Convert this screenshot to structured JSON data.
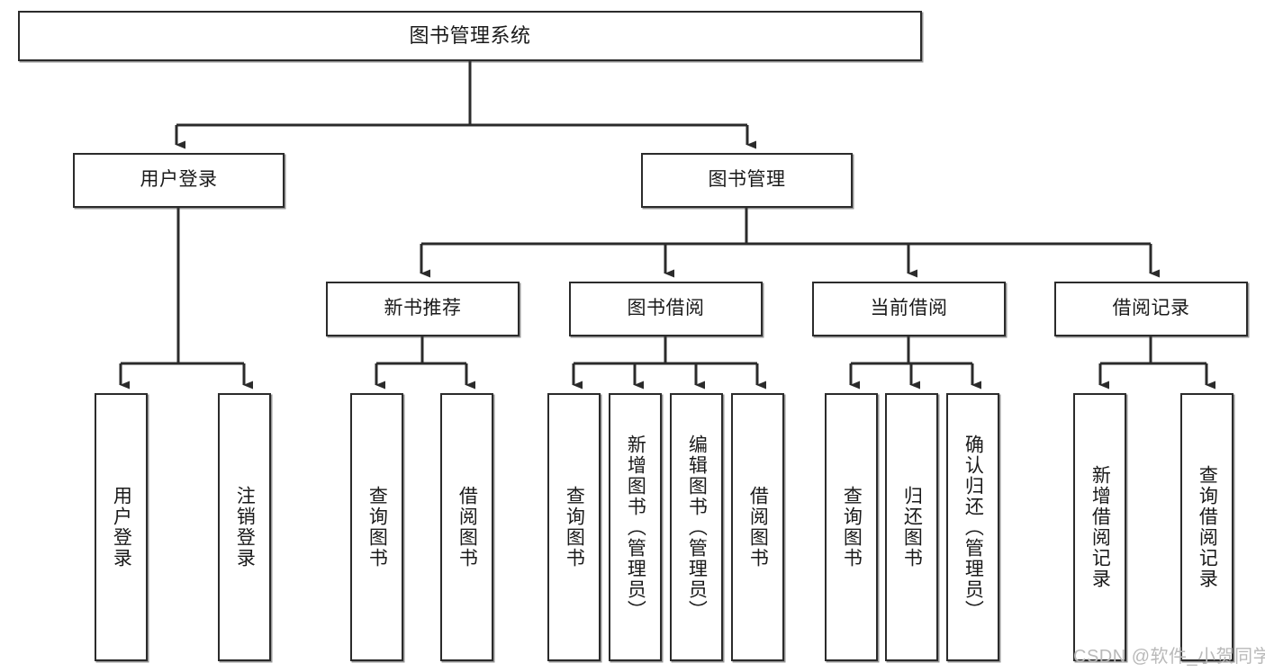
{
  "diagram": {
    "title": "图书管理系统",
    "type": "tree-hierarchy",
    "orientation": "top-down",
    "colors": {
      "box_border": "#2b2b2b",
      "box_fill": "#ffffff",
      "edge": "#2b2b2b",
      "text": "#1a1a1a",
      "watermark": "#b9b9b9",
      "background": "#ffffff"
    }
  },
  "nodes": {
    "root": {
      "label": "图书管理系统"
    },
    "level2": [
      {
        "label": "用户登录"
      },
      {
        "label": "图书管理"
      }
    ],
    "level3": [
      {
        "label": "新书推荐"
      },
      {
        "label": "图书借阅"
      },
      {
        "label": "当前借阅"
      },
      {
        "label": "借阅记录"
      }
    ],
    "leaves": {
      "user_login": [
        {
          "label": "用户登录"
        },
        {
          "label": "注销登录"
        }
      ],
      "new_book_recommend": [
        {
          "label": "查询图书"
        },
        {
          "label": "借阅图书"
        }
      ],
      "book_borrow": [
        {
          "label": "查询图书"
        },
        {
          "label": "新增图书（管理员）"
        },
        {
          "label": "编辑图书（管理员）"
        },
        {
          "label": "借阅图书"
        }
      ],
      "current_borrow": [
        {
          "label": "查询图书"
        },
        {
          "label": "归还图书"
        },
        {
          "label": "确认归还（管理员）"
        }
      ],
      "borrow_record": [
        {
          "label": "新增借阅记录"
        },
        {
          "label": "查询借阅记录"
        }
      ]
    }
  },
  "watermark": {
    "text": "CSDN @软件_小贺同学"
  }
}
